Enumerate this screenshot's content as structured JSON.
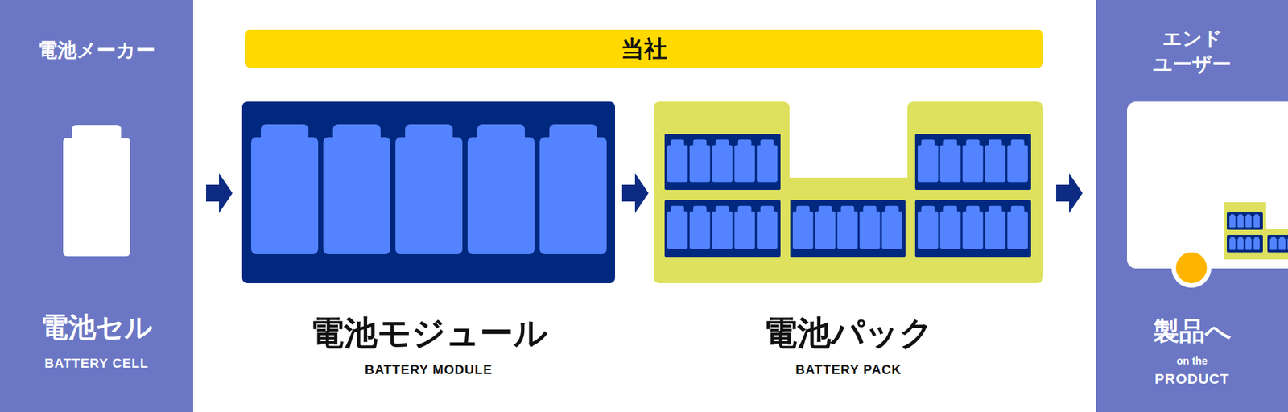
{
  "diagram": {
    "nodes": [
      {
        "text": [
          "電池メーカー"
        ]
      },
      {
        "text": [
          "電池セル",
          "BATTERY CELL"
        ],
        "in": 0
      },
      {
        "text": [
          "当社"
        ]
      },
      {
        "text": [
          "電池モジュール",
          "BATTERY MODULE"
        ]
      },
      {
        "text": [
          "電池パック",
          "BATTERY PACK"
        ]
      },
      {
        "text": [
          "エンド ユーザー"
        ]
      },
      {
        "text": [
          "製品へ",
          "on the",
          "PRODUCT"
        ],
        "in": 5
      }
    ],
    "edges": [
      {
        "from": 1,
        "to": 3,
        "arrow": "to"
      },
      {
        "from": 3,
        "to": 4,
        "arrow": "to"
      },
      {
        "from": 4,
        "to": 6,
        "arrow": "to"
      }
    ]
  }
}
